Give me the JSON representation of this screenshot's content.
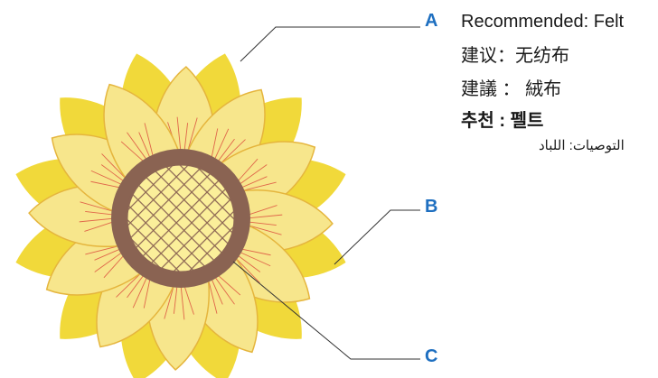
{
  "callouts": {
    "a": "A",
    "b": "B",
    "c": "C",
    "color": "#1e6fc0"
  },
  "recommendation": {
    "en": "Recommended: Felt",
    "zh_simplified": "建议：无纺布",
    "zh_traditional": "建議 ： 絨布",
    "ko": "추천 : 펠트",
    "ar": "التوصيات: اللباد"
  },
  "colors": {
    "outer_petals": "#f1d93a",
    "inner_petals": "#f7e68c",
    "petal_outline": "#e5b53d",
    "petal_veins": "#e0664a",
    "center_ring": "#8a6352",
    "center_mesh": "#fbef9a",
    "leader_line": "#333333"
  }
}
